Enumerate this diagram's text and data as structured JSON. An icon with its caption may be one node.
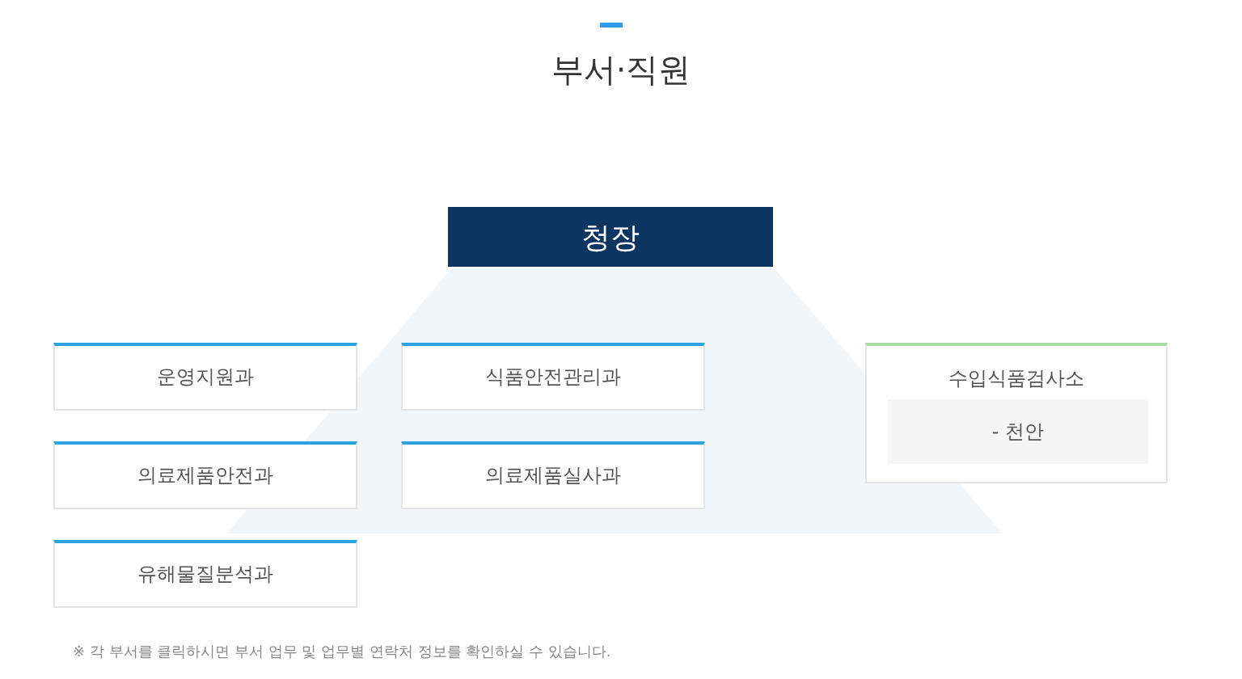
{
  "diagram": {
    "title": "부서·직원",
    "nodes": [
      {
        "text": [
          "청장"
        ]
      },
      {
        "text": [
          "운영지원과"
        ]
      },
      {
        "text": [
          "식품안전관리과"
        ]
      },
      {
        "text": [
          "의료제품안전과"
        ]
      },
      {
        "text": [
          "의료제품실사과"
        ]
      },
      {
        "text": [
          "유해물질분석과"
        ]
      },
      {
        "text": [
          "수입식품검사소"
        ]
      },
      {
        "text": [
          "- 천안"
        ],
        "in": 6
      }
    ],
    "labels": [
      "※ 각 부서를 클릭하시면 부서 업무 및 업무별 연락처 정보를 확인하실 수 있습니다."
    ]
  }
}
